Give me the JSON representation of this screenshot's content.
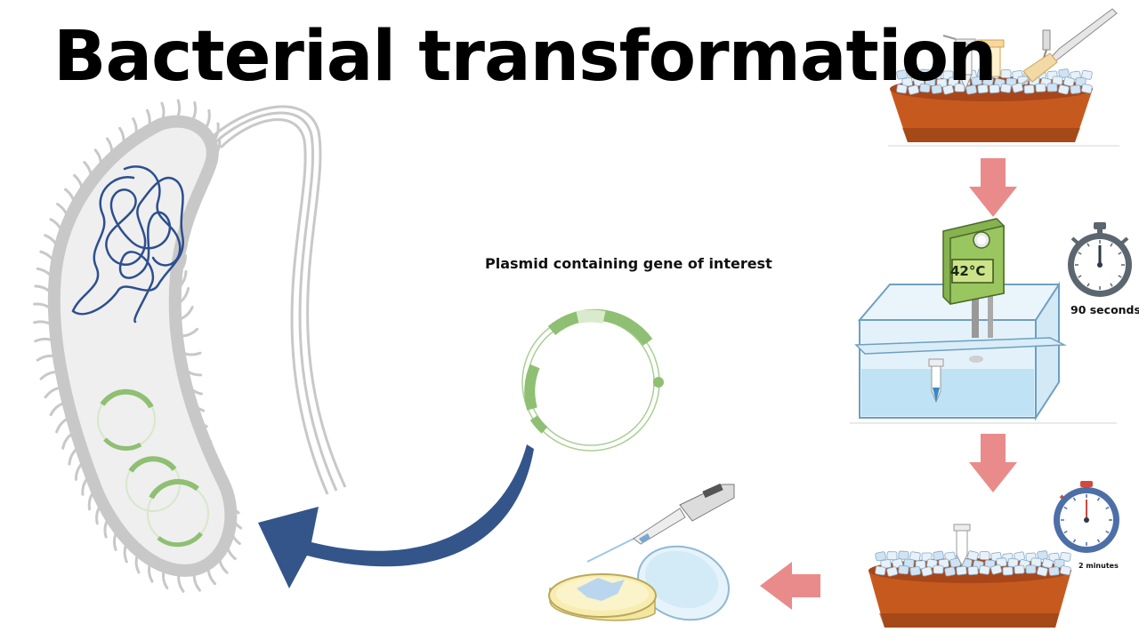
{
  "title": "Bacterial transformation",
  "plasmid": {
    "label": "Plasmid containing gene of interest"
  },
  "steps": {
    "ice_bath": {},
    "heat_shock": {
      "temperature": "42°C",
      "duration": "90 seconds"
    },
    "recovery_on_ice": {
      "duration": "2 minutes"
    },
    "plating": {}
  },
  "colors": {
    "bacterium_outline": "#c8c8c8",
    "bacterium_fill": "#efefef",
    "chromosome": "#2d4f8f",
    "plasmid": "#8fbf73",
    "arrow_blue": "#33558a",
    "arrow_pink": "#e98b8b",
    "pot": "#c65a1e",
    "water": "#bfe2f5",
    "heater": "#86b24f"
  },
  "icons": [
    "bacterium-cell",
    "plasmid-ring",
    "ice-bucket",
    "water-bath",
    "stopwatch-icon",
    "petri-dish",
    "pipette"
  ]
}
